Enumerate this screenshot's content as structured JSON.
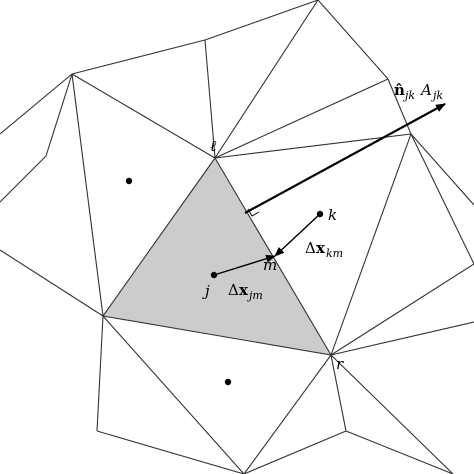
{
  "colors": {
    "shaded_cell": "#cccccc",
    "mesh_edges": "#333333",
    "vectors": "#000000",
    "background": "#ffffff"
  },
  "labels": {
    "vertex_ell": "ℓ",
    "vertex_r": "r",
    "point_k": "k",
    "point_m": "m",
    "point_j": "j",
    "delta": "Δ",
    "x_bold": "x",
    "sub_km": "km",
    "sub_jm": "jm",
    "n_hat": "n̂",
    "sub_jk": "jk",
    "area": "A"
  }
}
